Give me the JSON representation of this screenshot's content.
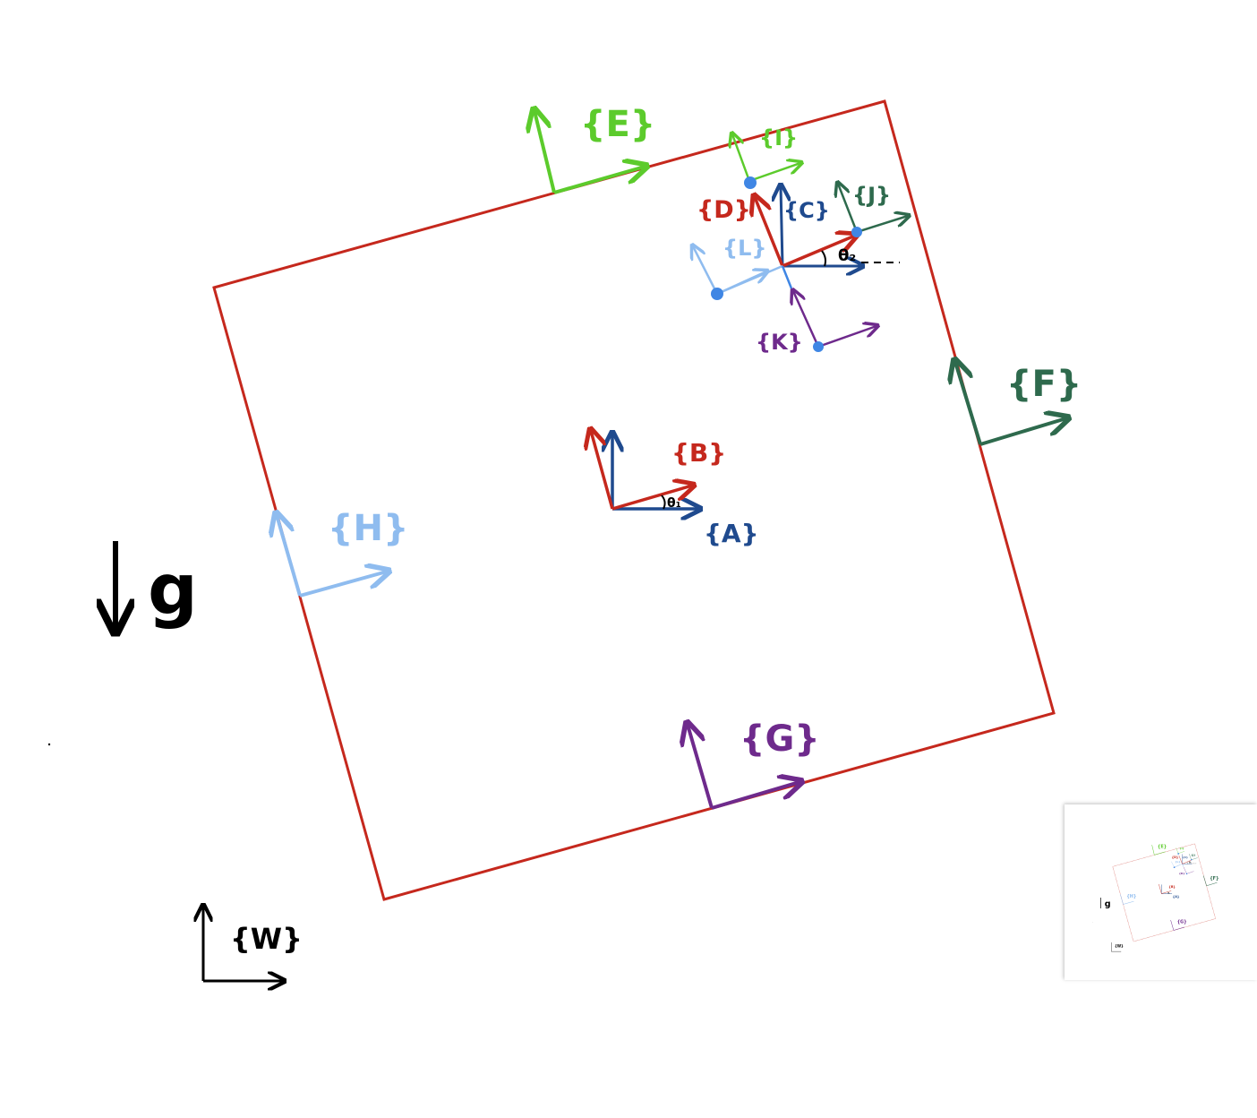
{
  "colors": {
    "red": "#c5281d",
    "blue": "#1f4a8e",
    "bright_green": "#5ccb2c",
    "dark_green": "#2e6a4d",
    "light_blue": "#8fbcef",
    "purple": "#6e2a8c",
    "black": "#000000",
    "dot_blue": "#3f86e4"
  },
  "labels": {
    "E": "{E}",
    "I": "{I}",
    "D": "{D}",
    "C": "{C}",
    "J": "{J}",
    "L": "{L}",
    "K": "{K}",
    "F": "{F}",
    "B": "{B}",
    "A": "{A}",
    "H": "{H}",
    "G": "{G}",
    "W": "{W}",
    "theta1": "θ₁",
    "theta2": "θ₂",
    "gravity": "g"
  },
  "minimap": {
    "visible": true
  }
}
